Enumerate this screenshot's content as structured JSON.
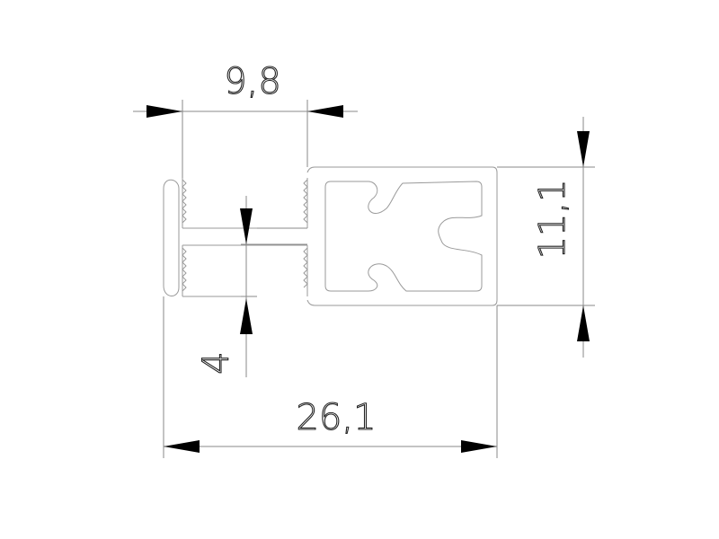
{
  "drawing": {
    "dimensions": {
      "top_width": "9,8",
      "gap_height": "4",
      "overall_width": "26,1",
      "overall_height": "11,1"
    }
  }
}
